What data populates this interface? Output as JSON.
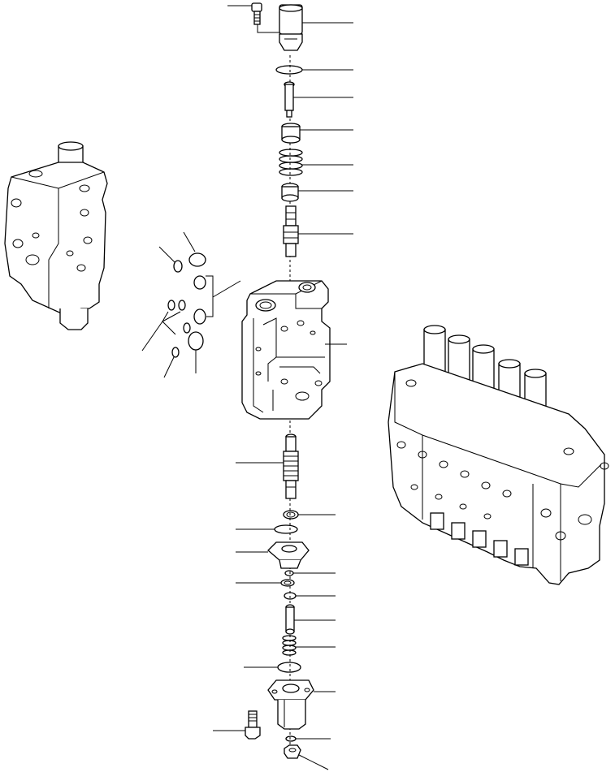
{
  "diagram": {
    "kind": "exploded-parts-view",
    "ink_color": "#000000",
    "background": "#ffffff",
    "parts": [
      "bolt-top",
      "plug-top",
      "o-ring-top",
      "pin",
      "retainer-top",
      "spring-upper",
      "seat",
      "poppet",
      "valve-section-body",
      "spool",
      "backup-ring",
      "o-ring-mid",
      "flange-cap",
      "small-o-ring",
      "nut",
      "stop-rod",
      "spring-lower",
      "o-ring-lower",
      "cap-lower",
      "bolt-bottom",
      "washer-bottom",
      "plug-bottom",
      "o-ring-set",
      "valve-assembly-left",
      "valve-assembly-right"
    ]
  }
}
